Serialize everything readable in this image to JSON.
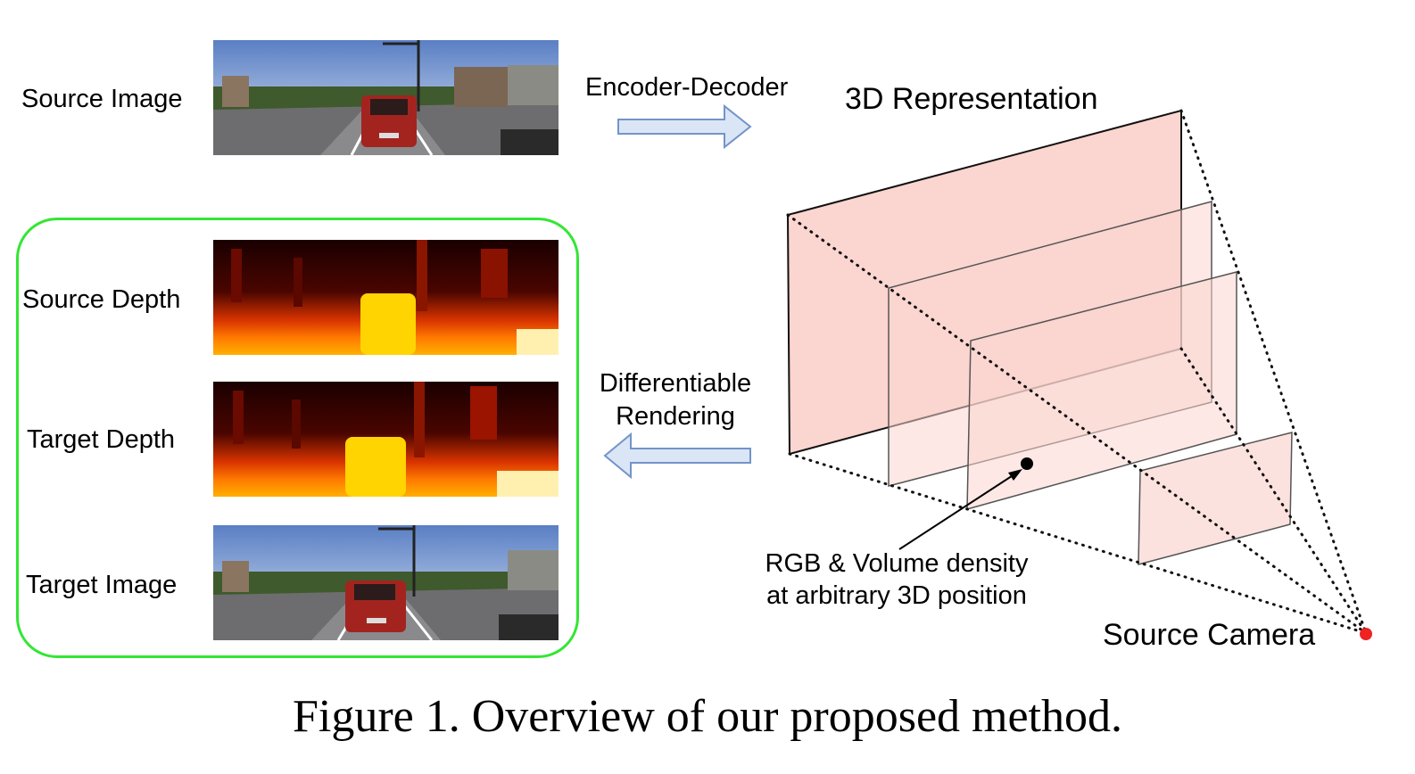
{
  "labels": {
    "source_image": "Source Image",
    "source_depth": "Source Depth",
    "target_depth": "Target Depth",
    "target_image": "Target Image",
    "encoder_decoder": "Encoder-Decoder",
    "representation_3d": "3D Representation",
    "differentiable_line1": "Differentiable",
    "differentiable_line2": "Rendering",
    "rgb_line1": "RGB & Volume density",
    "rgb_line2": "at arbitrary 3D position",
    "source_camera": "Source Camera"
  },
  "caption": "Figure 1. Overview of our proposed method.",
  "colors": {
    "plane_fill": "#fbd5d0",
    "arrow_fill": "#dae6f6",
    "arrow_stroke": "#7394c8",
    "frame_green": "#33e633",
    "camera_dot": "#ee2222"
  },
  "icons": [
    "street-scene-photo",
    "depth-heatmap",
    "right-arrow-icon",
    "left-arrow-icon"
  ]
}
